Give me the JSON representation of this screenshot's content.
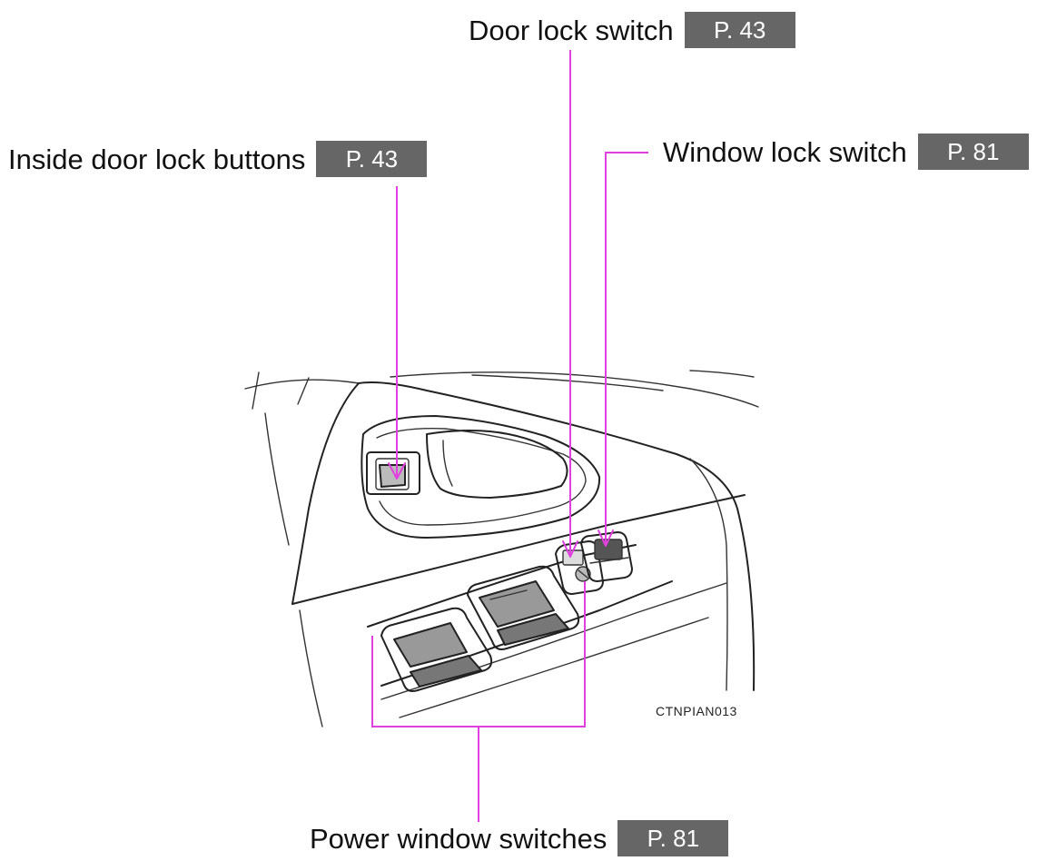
{
  "callouts": {
    "door_lock": {
      "label": "Door lock switch",
      "page": "P. 43"
    },
    "inside_lock": {
      "label": "Inside door lock buttons",
      "page": "P. 43"
    },
    "window_lock": {
      "label": "Window lock switch",
      "page": "P. 81"
    },
    "power_window": {
      "label": "Power window switches",
      "page": "P. 81"
    }
  },
  "figure_code": "CTNPIAN013",
  "colors": {
    "leader_line": "#e040e0",
    "page_badge": "#666666",
    "line_art": "#222222"
  }
}
